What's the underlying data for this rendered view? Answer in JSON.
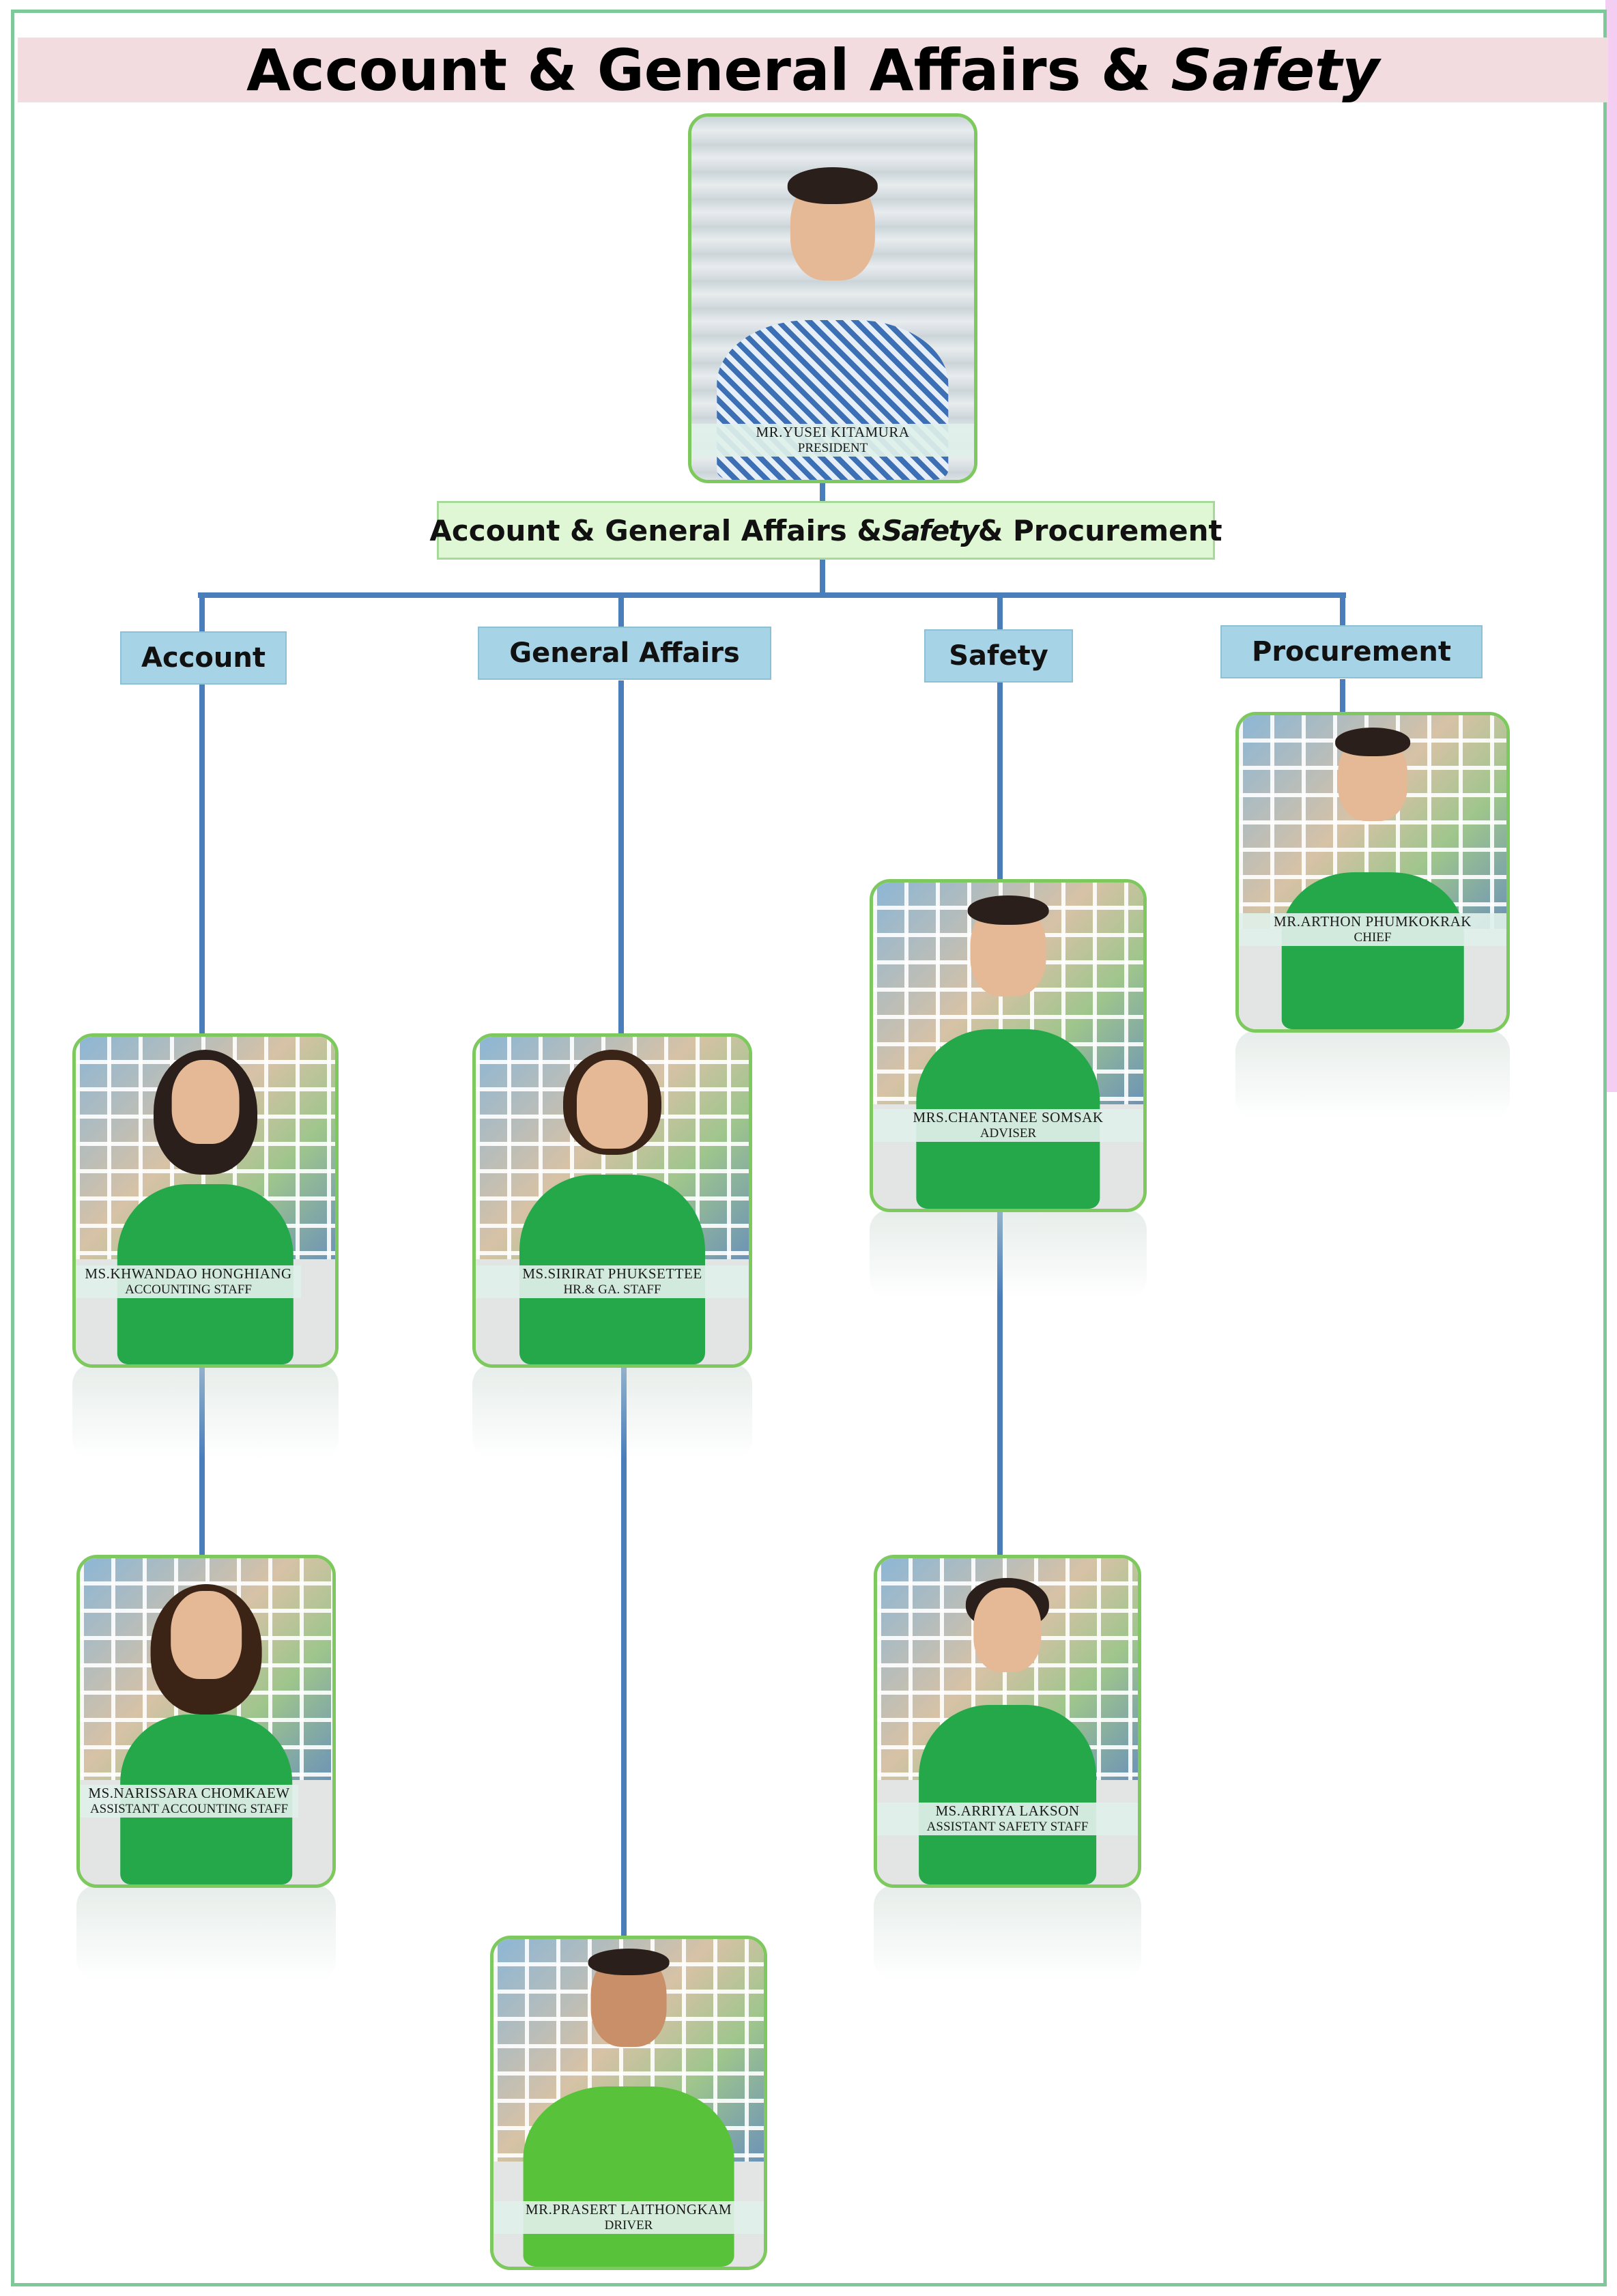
{
  "title": {
    "part1": "Account & General Affairs & ",
    "part2": "Safety"
  },
  "main_dept": {
    "part1": "Account & General Affairs & ",
    "part2": "Safety",
    "part3": " & Procurement"
  },
  "departments": {
    "account": "Account",
    "general_affairs": "General Affairs",
    "safety": "Safety",
    "procurement": "Procurement"
  },
  "people": {
    "president": {
      "name": "MR.YUSEI   KITAMURA",
      "role": "PRESIDENT"
    },
    "procurement_chief": {
      "name": "MR.ARTHON    PHUMKOKRAK",
      "role": "CHIEF"
    },
    "safety_adviser": {
      "name": "MRS.CHANTANEE  SOMSAK",
      "role": "ADVISER"
    },
    "accounting_staff": {
      "name": "MS.KHWANDAO    HONGHIANG",
      "role": "ACCOUNTING STAFF"
    },
    "hr_ga_staff": {
      "name": "MS.SIRIRAT PHUKSETTEE",
      "role": "HR.& GA. STAFF"
    },
    "assistant_accounting": {
      "name": "MS.NARISSARA   CHOMKAEW",
      "role": "ASSISTANT ACCOUNTING STAFF"
    },
    "assistant_safety": {
      "name": "MS.ARRIYA LAKSON",
      "role": "ASSISTANT SAFETY STAFF"
    },
    "driver": {
      "name": "MR.PRASERT   LAITHONGKAM",
      "role": "DRIVER"
    }
  }
}
